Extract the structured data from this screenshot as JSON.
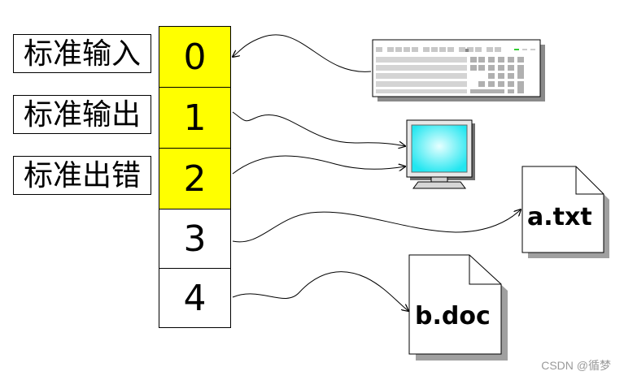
{
  "labels": {
    "stdin": "标准输入",
    "stdout": "标准输出",
    "stderr": "标准出错"
  },
  "fds": [
    "0",
    "1",
    "2",
    "3",
    "4"
  ],
  "files": {
    "a": "a.txt",
    "b": "b.doc"
  },
  "devices": {
    "keyboard": "keyboard-icon",
    "monitor": "monitor-icon"
  },
  "colors": {
    "std_fd_fill": "#ffff00",
    "screen": "#66ffff"
  },
  "watermark": "CSDN @循梦"
}
